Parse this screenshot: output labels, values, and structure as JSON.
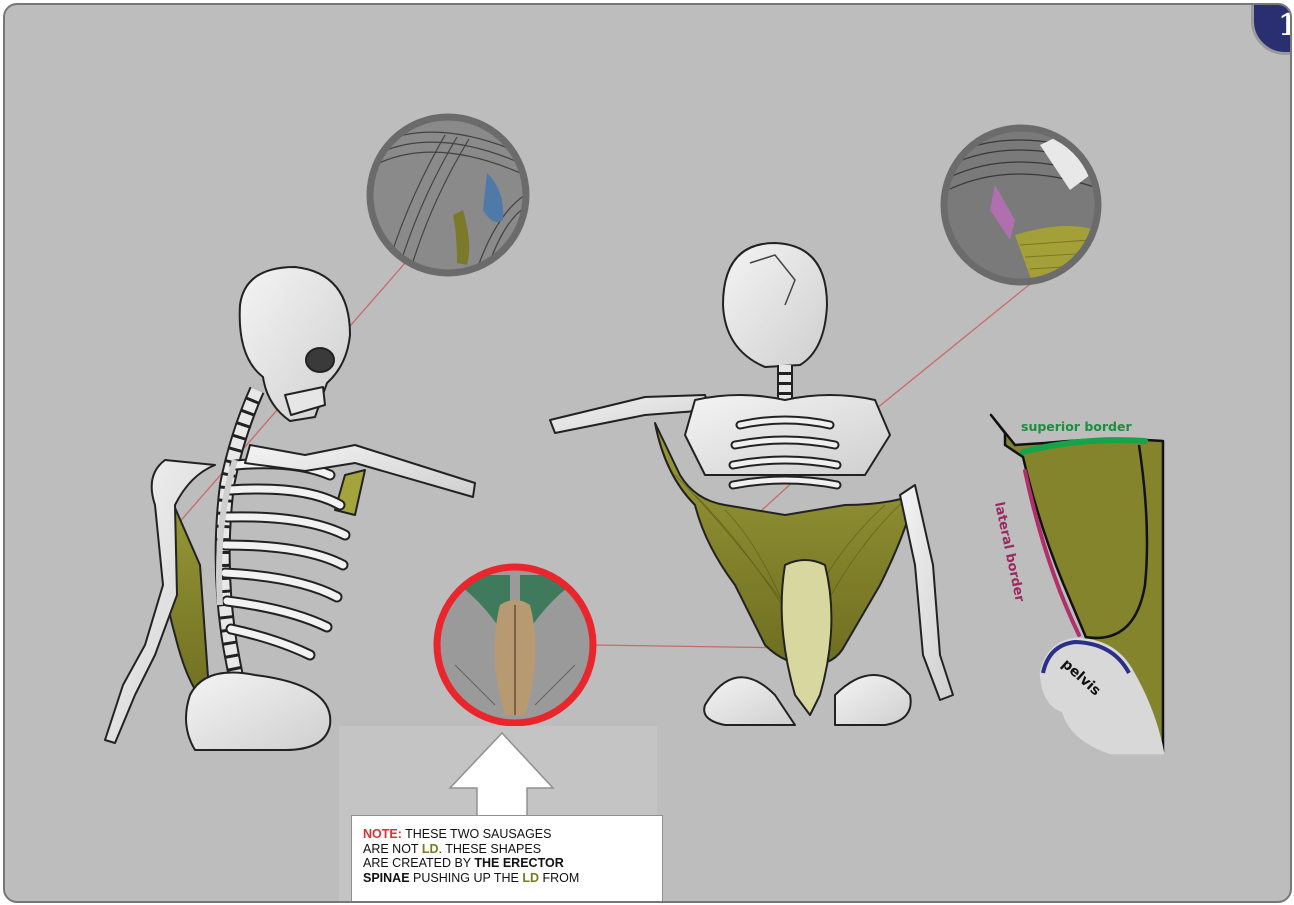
{
  "page_badge": "1",
  "diagram_labels": {
    "superior_border": "superior border",
    "lateral_border": "lateral border",
    "pelvis": "pelvis"
  },
  "note": {
    "lead": "NOTE:",
    "line1_rest": " THESE TWO SAUSAGES",
    "line2_pre": "ARE NOT ",
    "line2_ld": "LD",
    "line2_post": ". THESE SHAPES",
    "line3_pre": "ARE CREATED BY ",
    "line3_bold": "THE ERECTOR",
    "line4_bold": "SPINAE",
    "line4_mid": " PUSHING UP THE ",
    "line4_ld": "LD",
    "line4_post": " FROM"
  },
  "colors": {
    "background": "#bdbdbd",
    "latissimus_dorsi": "#8a8a2a",
    "superior_border": "#16a34a",
    "lateral_border": "#b0306a",
    "pelvis_outline": "#2a2f8a",
    "highlight_ring": "#e8262c",
    "badge": "#2a2f72",
    "pointer_line": "#c86a6a"
  },
  "icons": [
    "skeleton-side-view",
    "skeleton-back-view",
    "zoom-circle",
    "arrow-up"
  ]
}
